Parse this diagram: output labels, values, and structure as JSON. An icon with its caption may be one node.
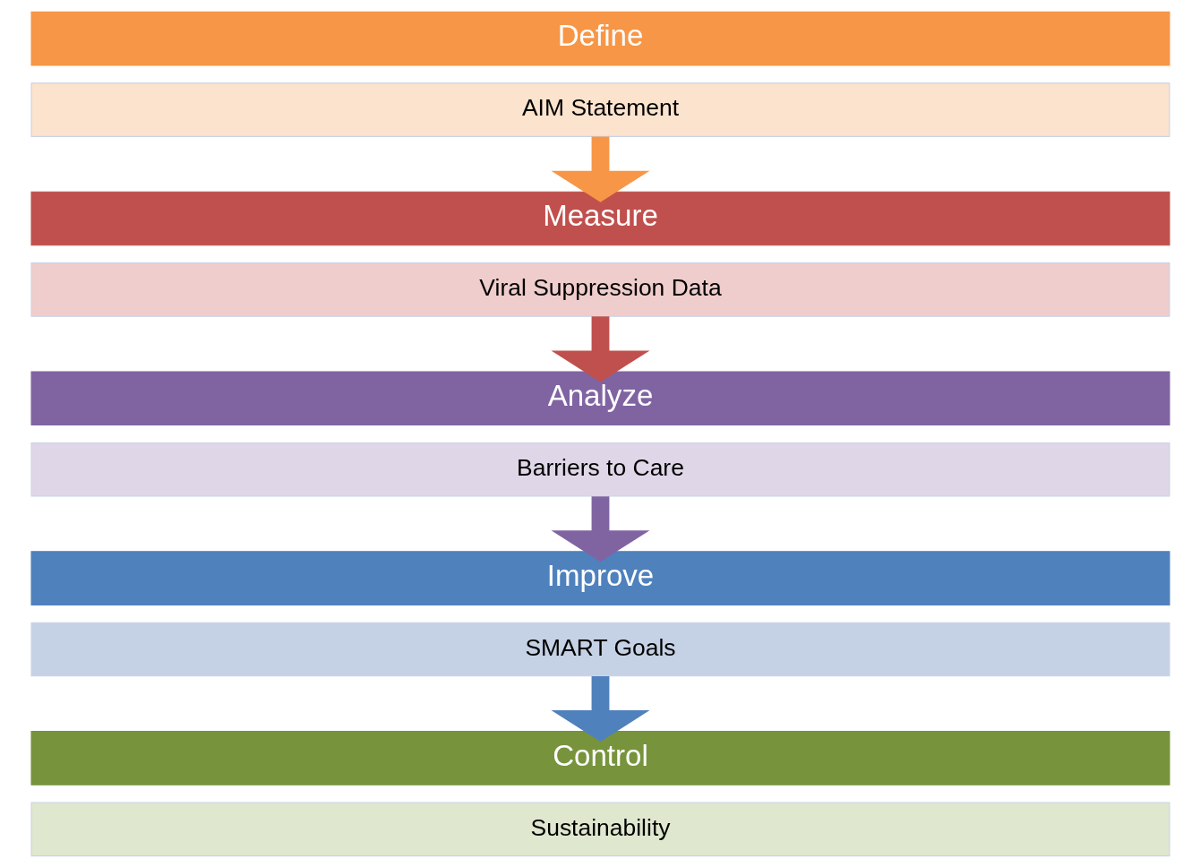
{
  "diagram": {
    "nodes": [
      {
        "text": [
          "Define"
        ]
      },
      {
        "text": [
          "AIM Statement"
        ]
      },
      {
        "text": [
          "Measure"
        ]
      },
      {
        "text": [
          "Viral Suppression Data"
        ]
      },
      {
        "text": [
          "Analyze"
        ]
      },
      {
        "text": [
          "Barriers to Care"
        ]
      },
      {
        "text": [
          "Improve"
        ]
      },
      {
        "text": [
          "SMART Goals"
        ]
      },
      {
        "text": [
          "Control"
        ]
      },
      {
        "text": [
          "Sustainability"
        ]
      }
    ],
    "edges": [
      {
        "from": 1,
        "to": 2,
        "arrow": "to",
        "color": "#f79646"
      },
      {
        "from": 3,
        "to": 4,
        "arrow": "to",
        "color": "#c0504d"
      },
      {
        "from": 5,
        "to": 6,
        "arrow": "to",
        "color": "#8064a2"
      },
      {
        "from": 7,
        "to": 8,
        "arrow": "to",
        "color": "#4f81bd"
      }
    ]
  }
}
